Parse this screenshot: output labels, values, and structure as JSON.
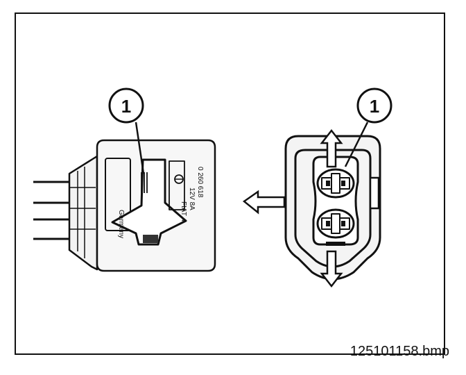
{
  "figure": {
    "callouts": [
      {
        "number": "1"
      },
      {
        "number": "1"
      }
    ],
    "filename": "125101158.bmp",
    "stamp": {
      "brand": "Germany",
      "code": "0 260 618",
      "lines": [
        "12V 8A",
        "FIAT 4"
      ]
    }
  }
}
